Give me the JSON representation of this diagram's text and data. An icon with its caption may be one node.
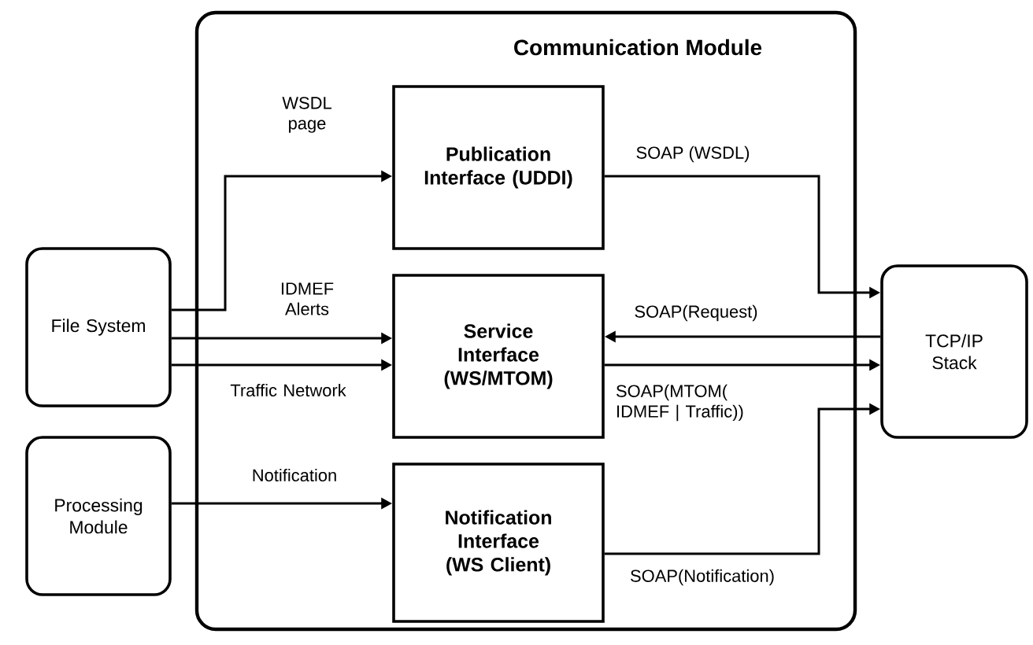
{
  "diagram": {
    "nodes": [
      {
        "text": [
          "Communication Module"
        ]
      },
      {
        "text": [
          "Publication Interface (UDDI)"
        ],
        "in": 0
      },
      {
        "text": [
          "Service Interface (WS/MTOM)"
        ],
        "in": 0
      },
      {
        "text": [
          "Notification Interface (WS Client)"
        ],
        "in": 0
      },
      {
        "text": [
          "File System"
        ]
      },
      {
        "text": [
          "Processing Module"
        ]
      },
      {
        "text": [
          "TCP/IP Stack"
        ]
      }
    ],
    "edges": [
      {
        "from": 4,
        "to": 1,
        "arrow": "to",
        "label": "WSDL page"
      },
      {
        "from": 4,
        "to": 2,
        "arrow": "to",
        "label": "IDMEF Alerts"
      },
      {
        "from": 4,
        "to": 2,
        "arrow": "to",
        "label": "Traffic Network"
      },
      {
        "from": 5,
        "to": 3,
        "arrow": "to",
        "label": "Notification"
      },
      {
        "from": 1,
        "to": 6,
        "arrow": "to",
        "label": "SOAP (WSDL)"
      },
      {
        "from": 6,
        "to": 2,
        "arrow": "to",
        "label": "SOAP(Request)"
      },
      {
        "from": 2,
        "to": 6,
        "arrow": "to",
        "label": "SOAP(MTOM( IDMEF | Traffic))"
      },
      {
        "from": 3,
        "to": 6,
        "arrow": "to",
        "label": "SOAP(Notification)"
      }
    ]
  }
}
